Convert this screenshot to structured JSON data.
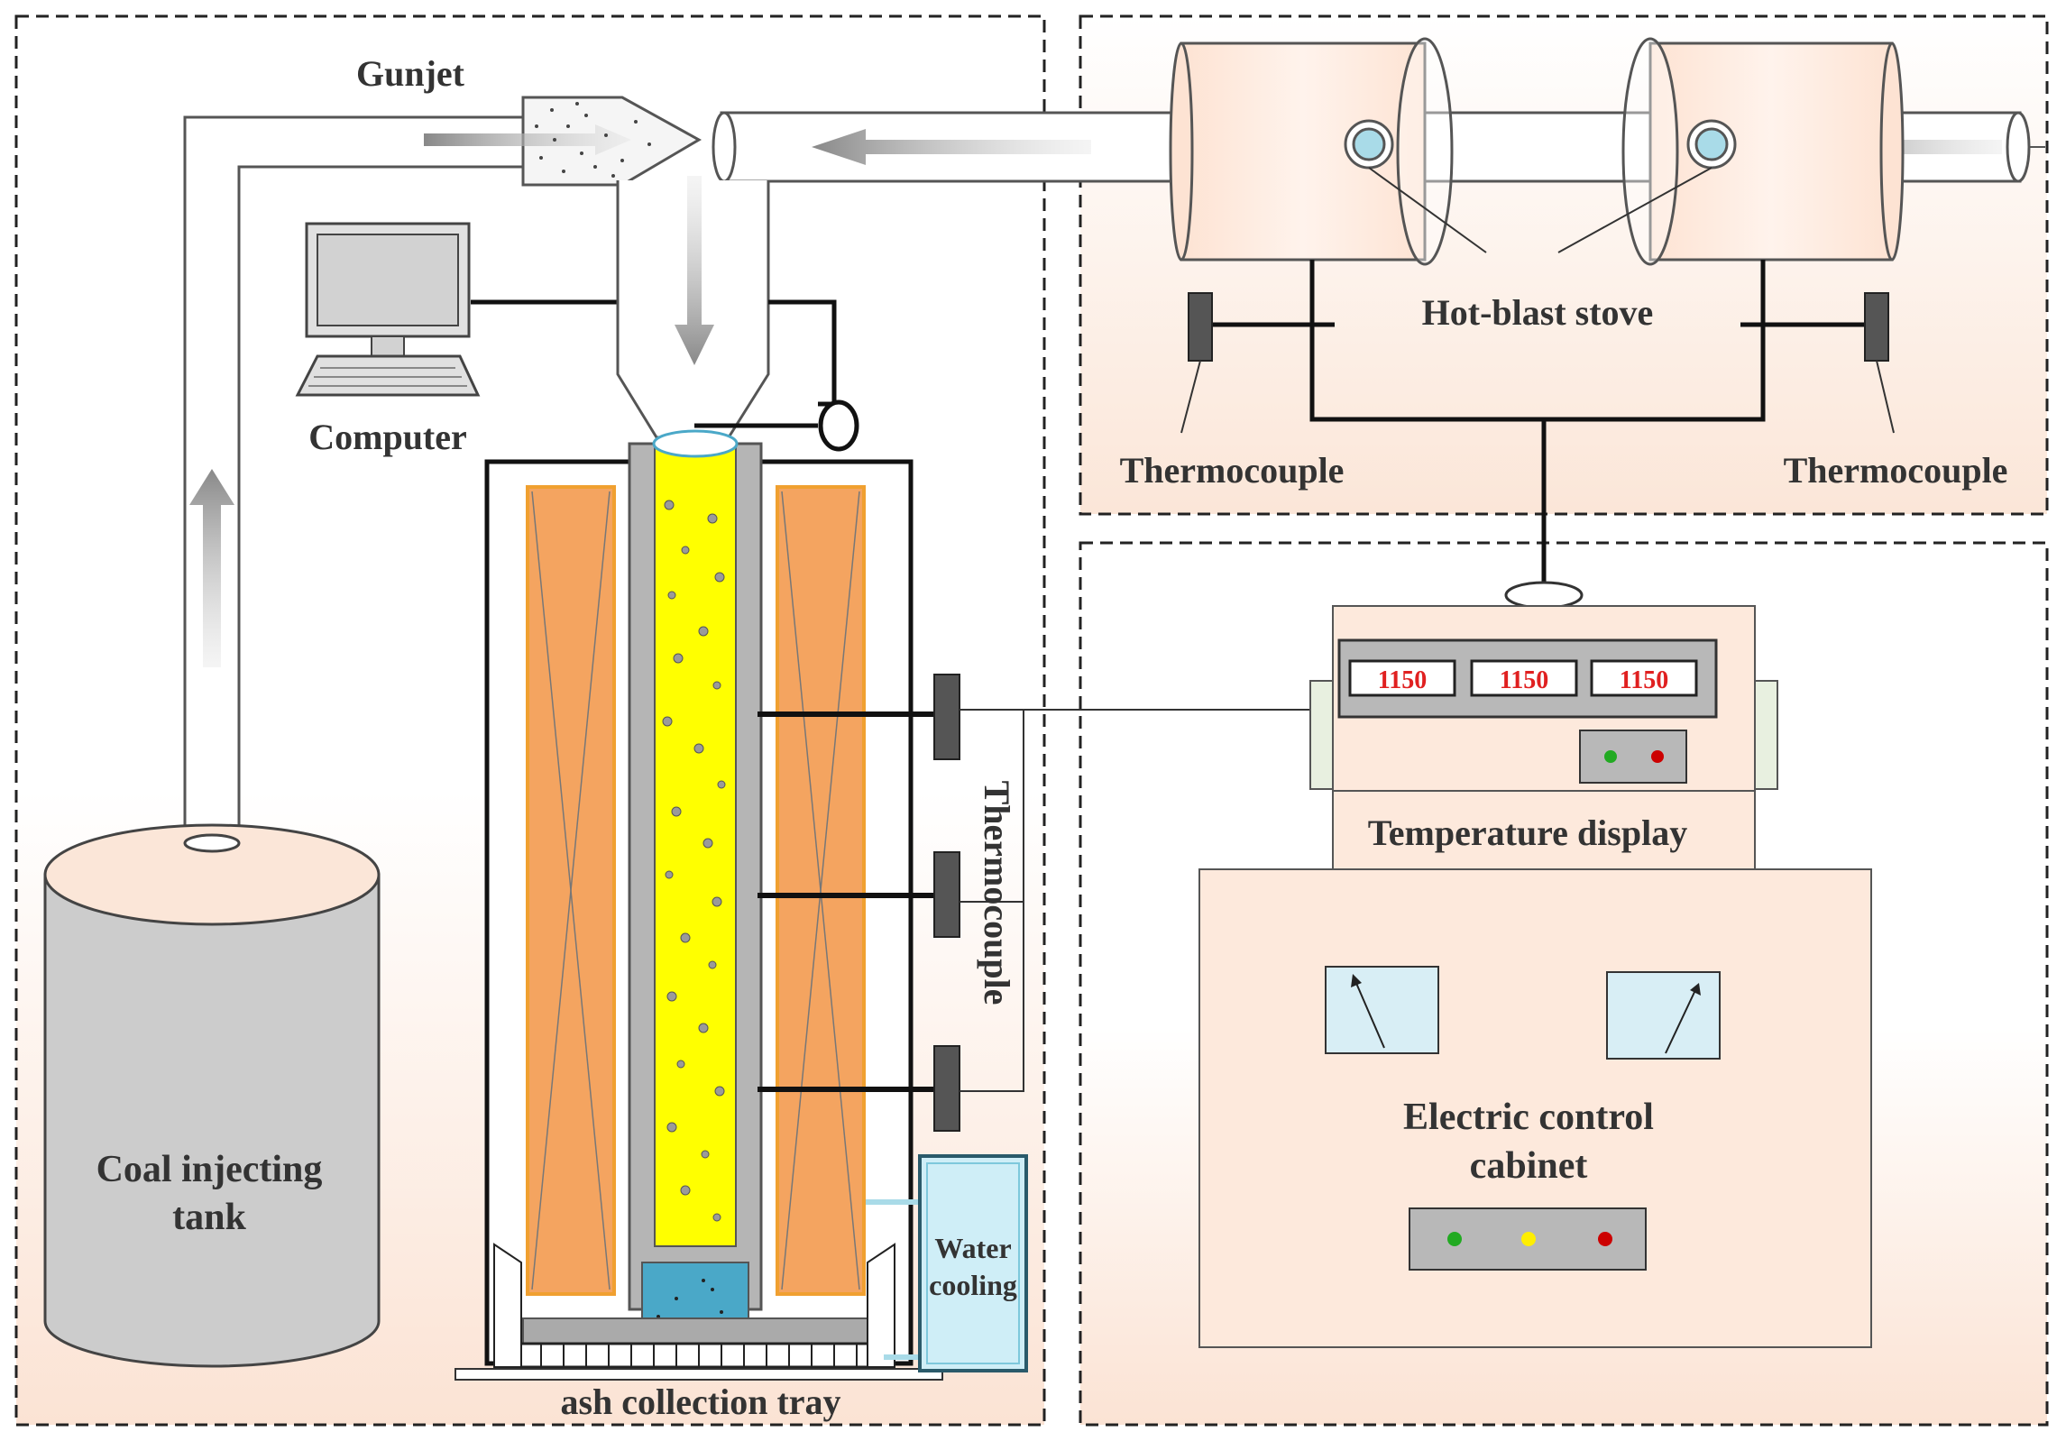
{
  "labels": {
    "gunjet": "Gunjet",
    "computer": "Computer",
    "coal_tank_line1": "Coal injecting",
    "coal_tank_line2": "tank",
    "hot_blast_stove": "Hot-blast stove",
    "thermocouple_left": "Thermocouple",
    "thermocouple_right": "Thermocouple",
    "thermocouple_vertical": "Thermocouple",
    "temperature_display": "Temperature display",
    "electric_cabinet_line1": "Electric control",
    "electric_cabinet_line2": "cabinet",
    "water_cooling_line1": "Water",
    "water_cooling_line2": "cooling",
    "ash_tray": "ash collection tray"
  },
  "temperature_readings": [
    "1150",
    "1150",
    "1150"
  ],
  "colors": {
    "tank_fill": "#cccccc",
    "furnace_tube": "#ffff00",
    "heater": "#f4a460",
    "stove_fill": "#fde9dc",
    "water": "#cfeef7",
    "ash_box": "#4aa8c8",
    "indicator_green": "#22aa22",
    "indicator_yellow": "#ffee00",
    "indicator_red": "#cc0000"
  }
}
